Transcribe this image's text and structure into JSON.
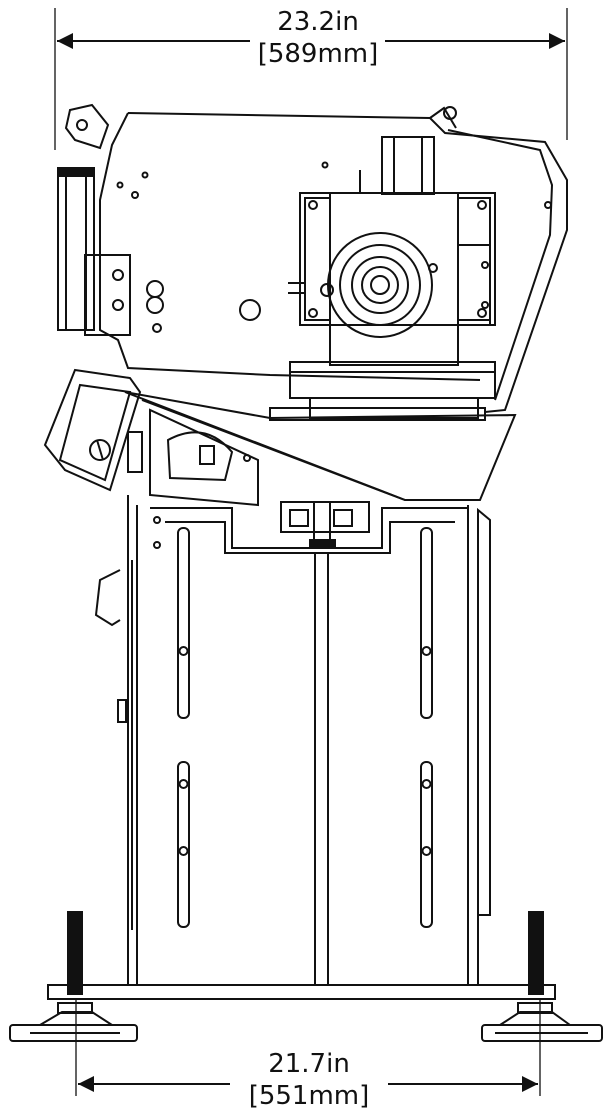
{
  "dimensions": {
    "top": {
      "imperial": "23.2in",
      "metric": "[589mm]"
    },
    "bottom": {
      "imperial": "21.7in",
      "metric": "[551mm]"
    }
  },
  "colors": {
    "line": "#111111",
    "background": "#ffffff"
  }
}
